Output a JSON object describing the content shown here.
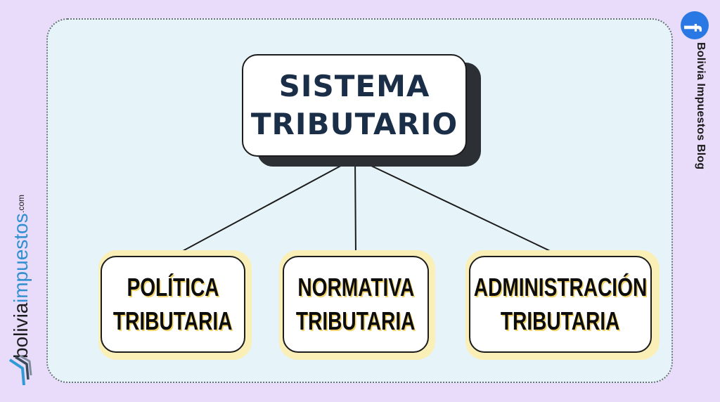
{
  "diagram": {
    "root": {
      "line1": "SISTEMA",
      "line2": "TRIBUTARIO"
    },
    "children": [
      {
        "line1": "POLÍTICA",
        "line2": "TRIBUTARIA"
      },
      {
        "line1": "NORMATIVA",
        "line2": "TRIBUTARIA"
      },
      {
        "line1": "ADMINISTRACIÓN",
        "line2": "TRIBUTARIA"
      }
    ],
    "edges": [
      {
        "from": "SISTEMA TRIBUTARIO",
        "to": "POLÍTICA TRIBUTARIA"
      },
      {
        "from": "SISTEMA TRIBUTARIO",
        "to": "NORMATIVA TRIBUTARIA"
      },
      {
        "from": "SISTEMA TRIBUTARIO",
        "to": "ADMINISTRACIÓN TRIBUTARIA"
      }
    ]
  },
  "branding": {
    "facebook_icon": "facebook-icon",
    "facebook_glyph": "f",
    "blog_label": "Bolivia Impuestos Blog",
    "logo_part1": "bolivia",
    "logo_part2": "impuestos",
    "logo_part3": ".com"
  },
  "colors": {
    "background": "#e8dcfa",
    "panel": "#e6f4fa",
    "root_text": "#1a2e48",
    "root_shadow": "#2c2f33",
    "child_glow": "#fbefb8",
    "facebook": "#2a78e4",
    "logo_accent": "#2f8fd0"
  }
}
